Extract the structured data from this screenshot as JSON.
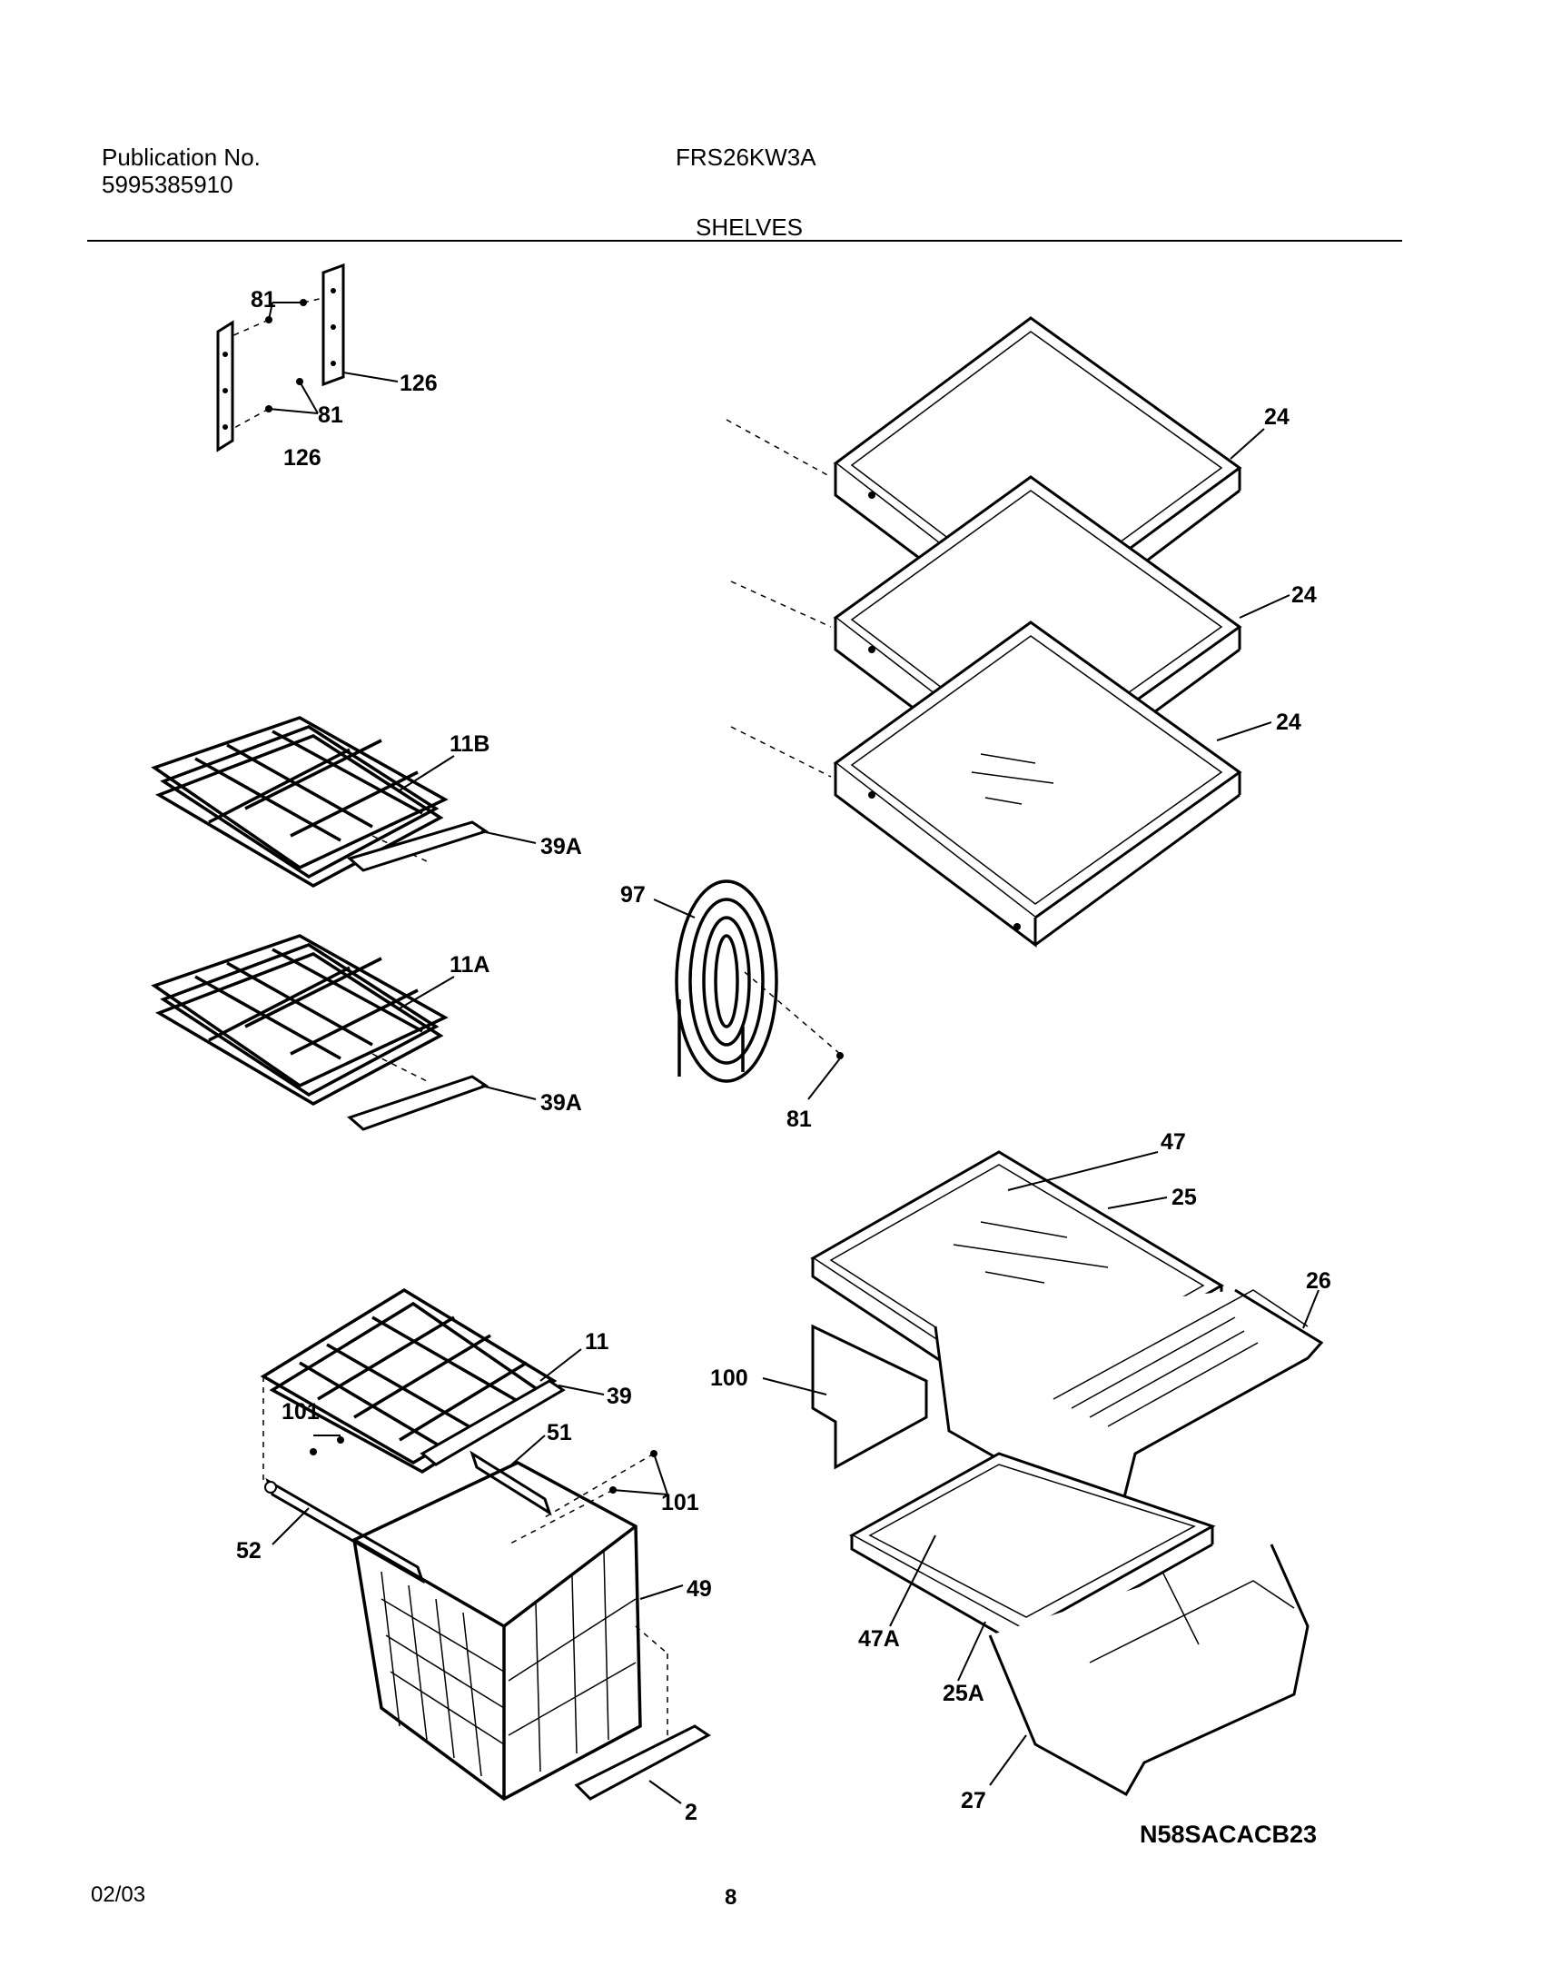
{
  "header": {
    "publication_label": "Publication No.",
    "publication_number": "5995385910",
    "model": "FRS26KW3A",
    "section": "SHELVES"
  },
  "footer": {
    "date": "02/03",
    "page": "8",
    "diagram_code": "N58SACACB23"
  },
  "callouts": {
    "c81a": "81",
    "c126a": "126",
    "c81b": "81",
    "c126b": "126",
    "c24a": "24",
    "c24b": "24",
    "c24c": "24",
    "c11b": "11B",
    "c39a1": "39A",
    "c11a": "11A",
    "c39a2": "39A",
    "c97": "97",
    "c81c": "81",
    "c47": "47",
    "c25": "25",
    "c26": "26",
    "c100": "100",
    "c11": "11",
    "c39": "39",
    "c101a": "101",
    "c51": "51",
    "c101b": "101",
    "c52": "52",
    "c49": "49",
    "c47a": "47A",
    "c25a": "25A",
    "c27": "27",
    "c2": "2"
  }
}
